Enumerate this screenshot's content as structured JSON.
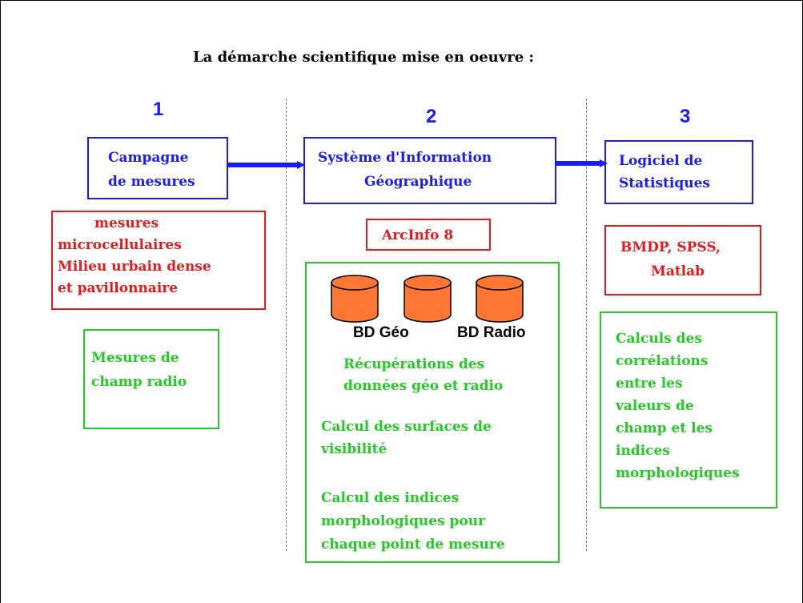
{
  "title": "La démarche scientifique mise en oeuvre :",
  "columns": [
    {
      "number": "1",
      "main_box": [
        "Campagne",
        "de mesures"
      ],
      "red_box": [
        "mesures",
        "microcellulaires",
        "Milieu urbain dense",
        "et pavillonnaire"
      ],
      "green_box": [
        "Mesures de",
        "champ radio"
      ]
    },
    {
      "number": "2",
      "main_box": [
        "Système d'Information",
        "Géographique"
      ],
      "red_box": [
        "ArcInfo 8"
      ],
      "databases": [
        "BD Géo",
        "BD Radio"
      ],
      "green_items": [
        [
          "Récupérations des",
          "données géo et radio"
        ],
        [
          "Calcul des surfaces de",
          "visibilité"
        ],
        [
          "Calcul des indices",
          "morphologiques pour",
          "chaque point de mesure"
        ]
      ]
    },
    {
      "number": "3",
      "main_box": [
        "Logiciel de",
        "Statistiques"
      ],
      "red_box": [
        "BMDP, SPSS,",
        "Matlab"
      ],
      "green_box": [
        "Calculs des",
        "corrélations",
        "entre les",
        "valeurs de",
        "champ et les",
        "indices",
        "morphologiques"
      ]
    }
  ],
  "colors": {
    "blue": "#1a1aff",
    "red": "#e8191b",
    "green": "#22cc22",
    "cylinder_fill": "#ff7733"
  }
}
